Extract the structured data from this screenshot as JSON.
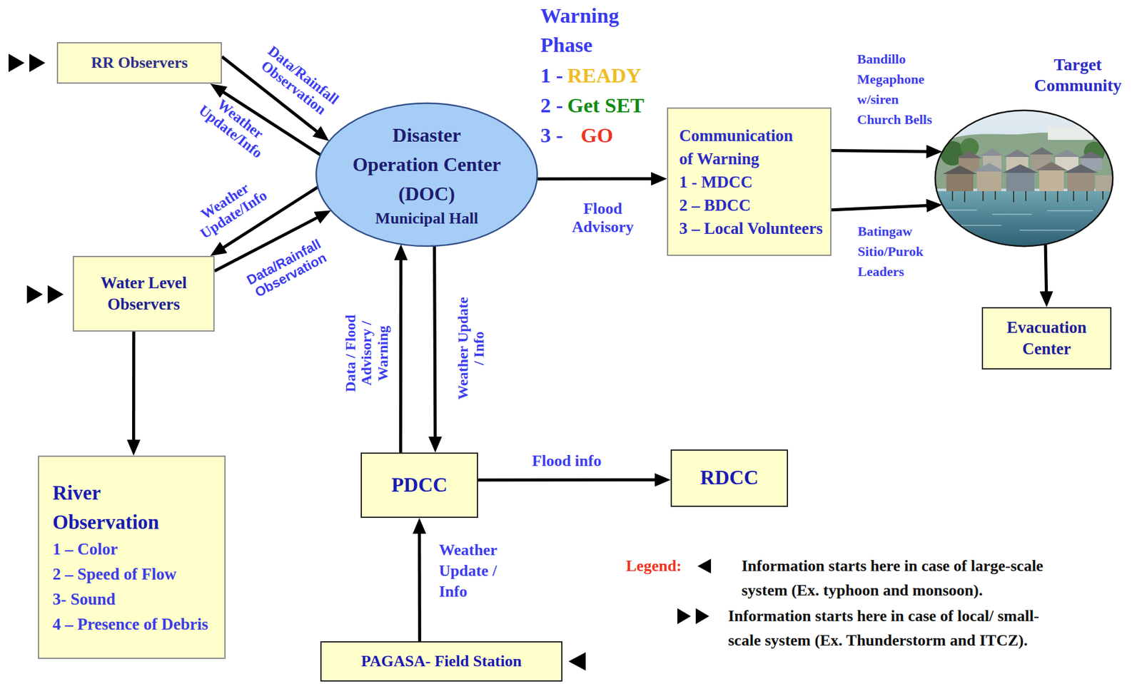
{
  "diagram": {
    "nodes": [
      {
        "text": [
          "RR Observers"
        ]
      },
      {
        "text": [
          "Disaster Operation Center (DOC)",
          "Municipal Hall"
        ]
      },
      {
        "text": [
          "Communication of Warning",
          "1 - MDCC",
          "2 – BDCC",
          "3 – Local Volunteers"
        ]
      },
      {
        "text": [
          "Target Community"
        ]
      },
      {
        "text": [
          "Water Level Observers"
        ]
      },
      {
        "text": [
          "Evacuation Center"
        ]
      },
      {
        "text": [
          "River Observation",
          "1 – Color",
          "2 – Speed of Flow",
          "3- Sound",
          "4 – Presence of Debris"
        ]
      },
      {
        "text": [
          "PDCC"
        ]
      },
      {
        "text": [
          "RDCC"
        ]
      },
      {
        "text": [
          "PAGASA- Field Station"
        ]
      }
    ],
    "edges": [
      {
        "from": 0,
        "to": 1,
        "label": "Data/Rainfall Observation",
        "arrow": "to"
      },
      {
        "from": 1,
        "to": 0,
        "label": "Weather Update/Info",
        "arrow": "to"
      },
      {
        "from": 1,
        "to": 4,
        "label": "Weather Update/Info",
        "arrow": "to"
      },
      {
        "from": 4,
        "to": 1,
        "label": "Data/Rainfall Observation",
        "arrow": "to"
      },
      {
        "from": 1,
        "to": 2,
        "label": "Flood Advisory",
        "arrow": "to"
      },
      {
        "from": 2,
        "to": 3,
        "label": "Bandillo Megaphone w/siren Church Bells",
        "arrow": "to"
      },
      {
        "from": 2,
        "to": 3,
        "label": "Batingaw Sitio/Purok Leaders",
        "arrow": "to"
      },
      {
        "from": 3,
        "to": 5,
        "arrow": "to"
      },
      {
        "from": 4,
        "to": 6,
        "arrow": "to"
      },
      {
        "from": 7,
        "to": 1,
        "label": "Data / Flood Advisory / Warning",
        "arrow": "to"
      },
      {
        "from": 1,
        "to": 7,
        "label": "Weather Update / Info",
        "arrow": "to"
      },
      {
        "from": 7,
        "to": 8,
        "label": "Flood info",
        "arrow": "to"
      },
      {
        "from": 9,
        "to": 7,
        "label": "Weather Update / Info",
        "arrow": "to"
      }
    ],
    "labels": [
      "Warning Phase",
      "1 -",
      "READY",
      "2 -",
      "Get SET",
      "3 -",
      "GO",
      "Legend:"
    ],
    "legend": [
      {
        "text": "Information starts here in case of large-scale system (Ex. typhoon and monsoon)."
      },
      {
        "text": "Information starts here in case of local/ small-scale system (Ex. Thunderstorm and ITCZ)."
      }
    ]
  }
}
